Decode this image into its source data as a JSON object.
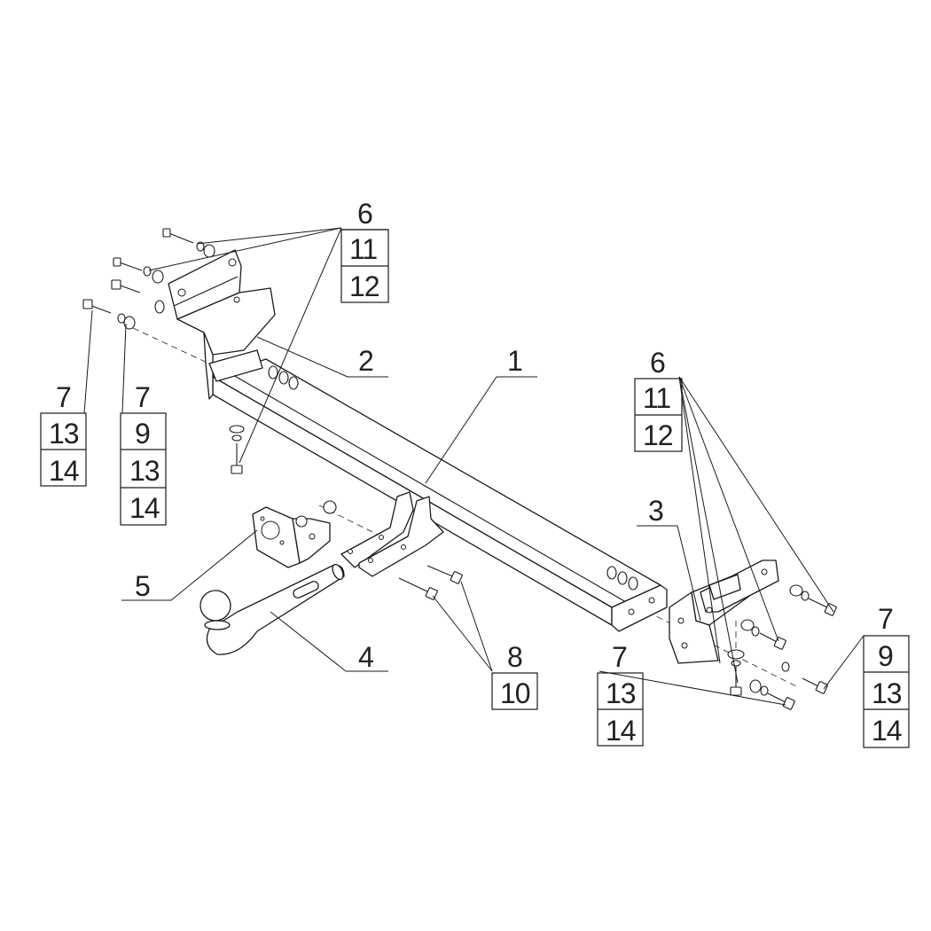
{
  "callouts": {
    "part_1": "1",
    "part_2": "2",
    "part_3": "3",
    "part_4": "4",
    "part_5": "5",
    "group_top_left": [
      "6",
      "11",
      "12"
    ],
    "group_right": [
      "6",
      "11",
      "12"
    ],
    "group_left_a": [
      "7",
      "13",
      "14"
    ],
    "group_left_b": [
      "7",
      "9",
      "13",
      "14"
    ],
    "group_bolts_8": [
      "8",
      "10"
    ],
    "group_bottom_mid": [
      "7",
      "13",
      "14"
    ],
    "group_bottom_right": [
      "7",
      "9",
      "13",
      "14"
    ]
  },
  "colors": {
    "line": "#1a1a1a",
    "background": "#ffffff"
  }
}
